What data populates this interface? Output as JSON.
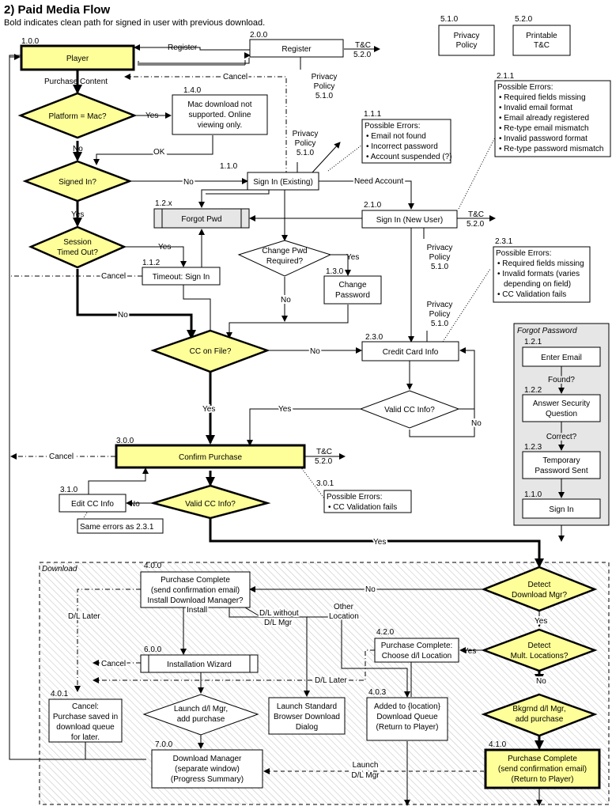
{
  "header": {
    "title": "2) Paid Media Flow",
    "subtitle": "Bold indicates clean path for signed in user with previous download."
  },
  "nodes": {
    "player": {
      "id": "1.0.0",
      "label": "Player"
    },
    "register": {
      "id": "2.0.0",
      "label": "Register"
    },
    "privacy_top": {
      "id": "5.1.0",
      "line1": "Privacy",
      "line2": "Policy"
    },
    "printable_tc": {
      "id": "5.2.0",
      "line1": "Printable",
      "line2": "T&C"
    },
    "platform": {
      "label": "Platform = Mac?"
    },
    "mac_note": {
      "id": "1.4.0",
      "line1": "Mac download not",
      "line2": "supported. Online",
      "line3": "viewing only."
    },
    "signed_in": {
      "label": "Signed In?"
    },
    "sign_in_existing": {
      "id": "1.1.0",
      "label": "Sign In (Existing)"
    },
    "forgot_pwd": {
      "id": "1.2.x",
      "label": "Forgot Pwd"
    },
    "sign_in_new": {
      "id": "2.1.0",
      "label": "Sign In (New User)"
    },
    "session": {
      "line1": "Session",
      "line2": "Timed Out?"
    },
    "timeout": {
      "id": "1.1.2",
      "label": "Timeout: Sign In"
    },
    "change_pwd_q": {
      "line1": "Change Pwd",
      "line2": "Required?"
    },
    "change_pwd": {
      "id": "1.3.0",
      "line1": "Change",
      "line2": "Password"
    },
    "cc_on_file": {
      "label": "CC on File?"
    },
    "cc_info": {
      "id": "2.3.0",
      "label": "Credit Card Info"
    },
    "valid_cc_q1": {
      "label": "Valid CC Info?"
    },
    "confirm": {
      "id": "3.0.0",
      "label": "Confirm Purchase"
    },
    "edit_cc": {
      "id": "3.1.0",
      "label": "Edit CC Info"
    },
    "valid_cc_q2": {
      "label": "Valid CC Info?"
    },
    "purchase_complete": {
      "id": "4.0.0",
      "line1": "Purchase Complete",
      "line2": "(send confirmation email)",
      "line3": "Install Download Manager?"
    },
    "detect_dm": {
      "line1": "Detect",
      "line2": "Download Mgr?"
    },
    "detect_loc": {
      "line1": "Detect",
      "line2": "Mult. Locations?"
    },
    "choose_loc": {
      "id": "4.2.0",
      "line1": "Purchase Complete:",
      "line2": "Choose d/l Location"
    },
    "install_wizard": {
      "id": "6.0.0",
      "label": "Installation Wizard"
    },
    "launch_dm_q": {
      "line1": "Launch d/l Mgr,",
      "line2": "add purchase"
    },
    "launch_browser": {
      "line1": "Launch Standard",
      "line2": "Browser Download",
      "line3": "Dialog"
    },
    "added_queue": {
      "id": "4.0.3",
      "line1": "Added to {location}",
      "line2": "Download Queue",
      "line3": "(Return to Player)"
    },
    "bkgnd": {
      "line1": "Bkgrnd d/l Mgr,",
      "line2": "add purchase"
    },
    "cancel_box": {
      "id": "4.0.1",
      "line1": "Cancel:",
      "line2": "Purchase saved in",
      "line3": "download queue",
      "line4": "for later."
    },
    "download_mgr": {
      "id": "7.0.0",
      "line1": "Download Manager",
      "line2": "(separate window)",
      "line3": "(Progress Summary)"
    },
    "purchase_final": {
      "id": "4.1.0",
      "line1": "Purchase Complete",
      "line2": "(send confirmation email)",
      "line3": "(Return to Player)"
    }
  },
  "forgot_panel": {
    "title": "Forgot Password",
    "enter_email": {
      "id": "1.2.1",
      "label": "Enter Email"
    },
    "found": "Found?",
    "answer": {
      "id": "1.2.2",
      "line1": "Answer Security",
      "line2": "Question"
    },
    "correct": "Correct?",
    "temp": {
      "id": "1.2.3",
      "line1": "Temporary",
      "line2": "Password Sent"
    },
    "sign_in": {
      "id": "1.1.0",
      "label": "Sign In"
    }
  },
  "download_region": {
    "title": "Download"
  },
  "errors": {
    "e111": {
      "id": "1.1.1",
      "title": "Possible Errors:",
      "items": [
        "Email not found",
        "Incorrect password",
        "Account suspended (?)"
      ]
    },
    "e211": {
      "id": "2.1.1",
      "title": "Possible Errors:",
      "items": [
        "Required fields missing",
        "Invalid email format",
        "Email already registered",
        "Re-type email mismatch",
        "Invalid password format",
        "Re-type password mismatch"
      ]
    },
    "e231": {
      "id": "2.3.1",
      "title": "Possible Errors:",
      "items": [
        "Required fields missing",
        "Invalid formats (varies",
        "depending on field)",
        "CC Validation fails"
      ]
    },
    "e301": {
      "id": "3.0.1",
      "title": "Possible Errors:",
      "items": [
        "CC Validation fails"
      ]
    },
    "same": "Same errors as 2.3.1"
  },
  "labels": {
    "register": "Register",
    "purchase_content": "Purchase Content",
    "cancel": "Cancel",
    "tc": "T&C",
    "tc_id": "5.2.0",
    "privacy1": "Privacy",
    "privacy2": "Policy",
    "privacy_id": "5.1.0",
    "yes": "Yes",
    "no": "No",
    "ok": "OK",
    "need_account": "Need Account",
    "dl_later": "D/L Later",
    "install": "Install",
    "dl_without1": "D/L without",
    "dl_without2": "D/L Mgr",
    "other1": "Other",
    "other2": "Location",
    "launch1": "Launch",
    "launch2": "D/L Mgr"
  }
}
